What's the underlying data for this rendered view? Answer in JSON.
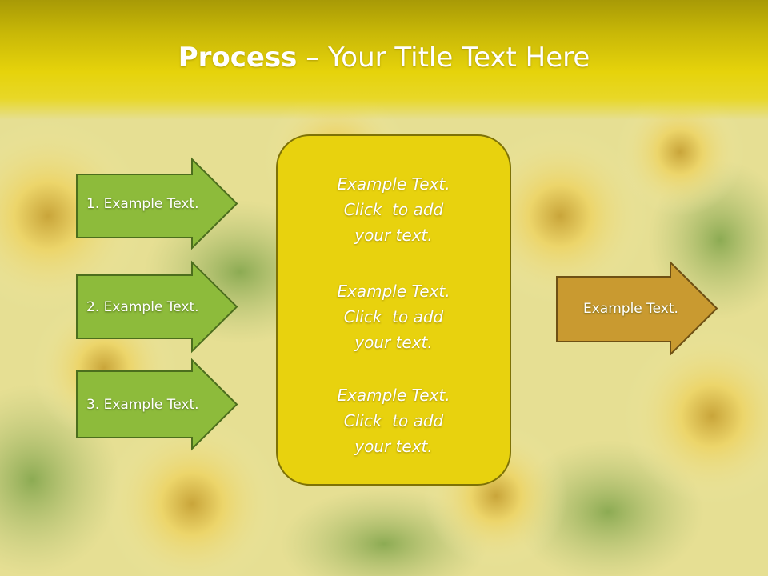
{
  "slide": {
    "title_bold": "Process",
    "title_rest": " – Your Title Text Here"
  },
  "inputs": [
    {
      "label": "1. Example Text."
    },
    {
      "label": "2. Example Text."
    },
    {
      "label": "3. Example Text."
    }
  ],
  "center": {
    "blocks": [
      {
        "lines": [
          "Example Text.",
          "Click  to add",
          "your text."
        ]
      },
      {
        "lines": [
          "Example Text.",
          "Click  to add",
          "your text."
        ]
      },
      {
        "lines": [
          "Example Text.",
          "Click  to add",
          "your text."
        ]
      }
    ]
  },
  "output": {
    "label": "Example Text."
  },
  "colors": {
    "header": "#e6d30b",
    "green_arrow": "#8dbb3b",
    "green_border": "#4c6e1d",
    "center_fill": "#e8d20e",
    "output_fill": "#c99a30",
    "output_border": "#6e5014"
  }
}
